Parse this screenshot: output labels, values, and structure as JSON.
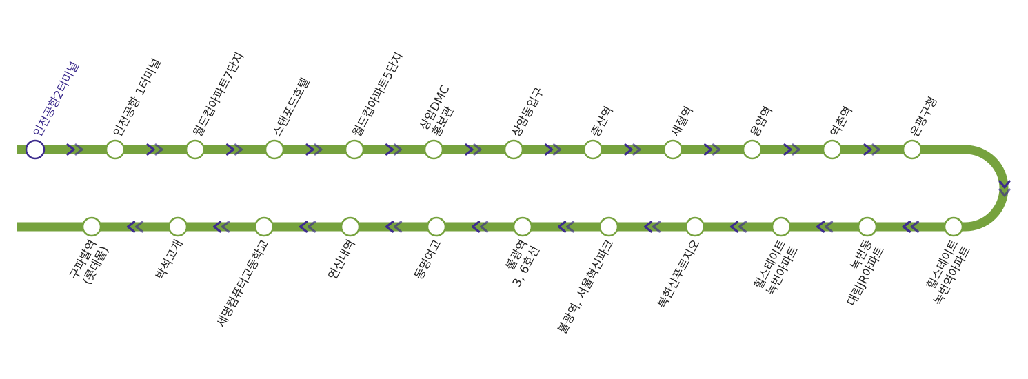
{
  "route": {
    "line_color": "#76a23e",
    "arrow_color": "#3d2c8d",
    "current_color": "#3d2c8d",
    "top_row": [
      {
        "lines": [
          "인천공항2터미널"
        ],
        "current": true
      },
      {
        "lines": [
          "인천공항 1터미널"
        ]
      },
      {
        "lines": [
          "월드컵아파트7단지"
        ]
      },
      {
        "lines": [
          "스탠포드호텔"
        ]
      },
      {
        "lines": [
          "월드컵아파트5단지"
        ]
      },
      {
        "lines": [
          "상암DMC",
          "홍보관"
        ]
      },
      {
        "lines": [
          "상암동입구"
        ]
      },
      {
        "lines": [
          "증산역"
        ]
      },
      {
        "lines": [
          "새절역"
        ]
      },
      {
        "lines": [
          "응암역"
        ]
      },
      {
        "lines": [
          "역촌역"
        ]
      },
      {
        "lines": [
          "은평구청"
        ]
      }
    ],
    "bottom_row": [
      {
        "lines": [
          "힐스테이트",
          "녹번역아파트"
        ]
      },
      {
        "lines": [
          "녹번동",
          "대림JR아파트"
        ]
      },
      {
        "lines": [
          "힐스테이트",
          "녹번아파트"
        ]
      },
      {
        "lines": [
          "북한산푸르지오"
        ]
      },
      {
        "lines": [
          "불광역, 서울혁신파크"
        ]
      },
      {
        "lines": [
          "불광역",
          "3, 6호선"
        ]
      },
      {
        "lines": [
          "동명여고"
        ]
      },
      {
        "lines": [
          "연신내역"
        ]
      },
      {
        "lines": [
          "세명컴퓨터고등학교"
        ]
      },
      {
        "lines": [
          "박석고개"
        ]
      },
      {
        "lines": [
          "구파발역",
          "(롯데몰)"
        ]
      }
    ]
  }
}
